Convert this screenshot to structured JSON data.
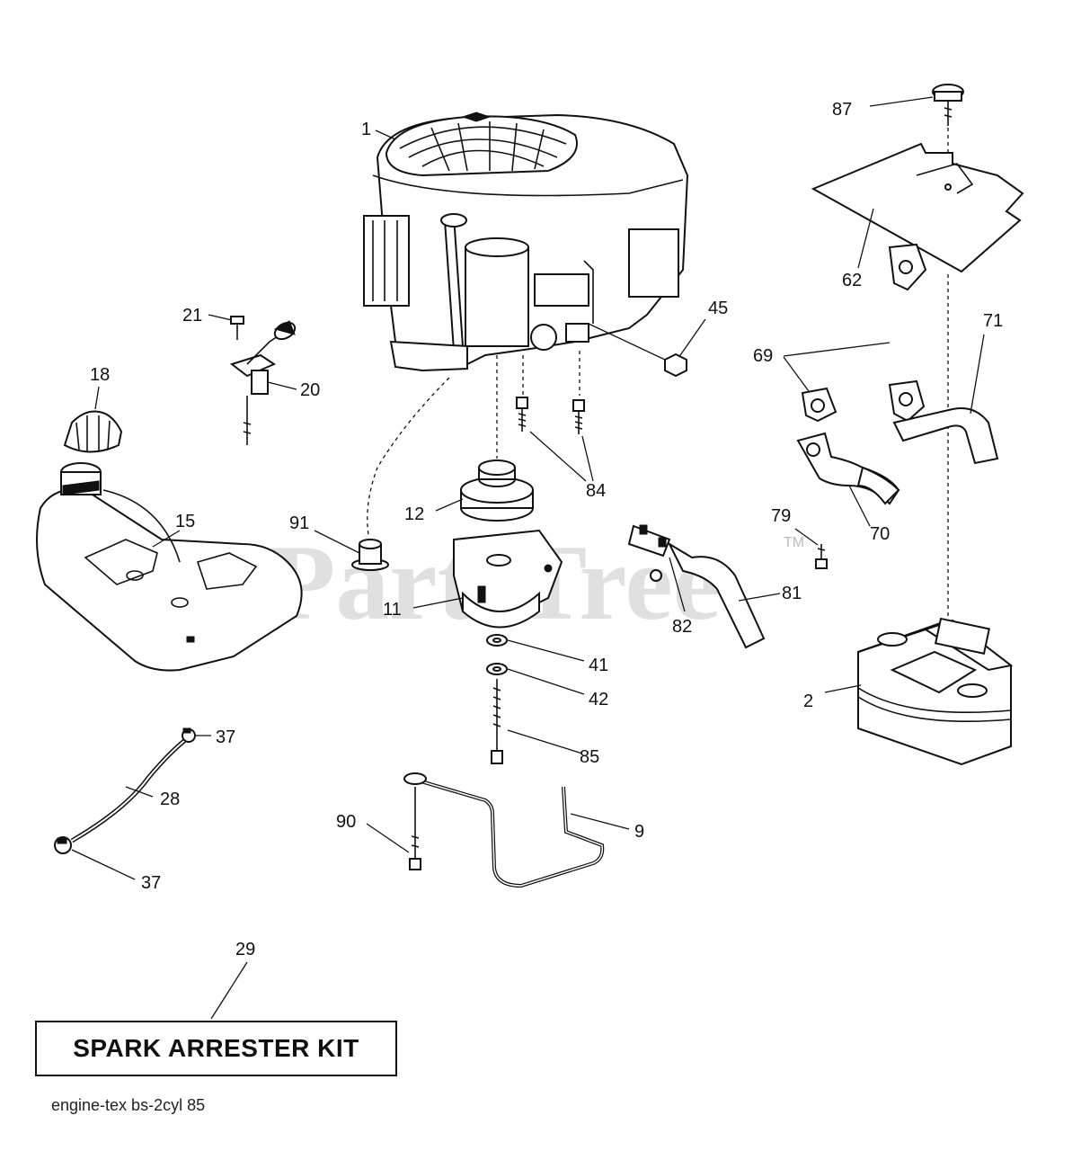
{
  "diagram": {
    "callouts": {
      "p1": "1",
      "p2": "2",
      "p9": "9",
      "p11": "11",
      "p12": "12",
      "p15": "15",
      "p18": "18",
      "p20": "20",
      "p21": "21",
      "p28": "28",
      "p29": "29",
      "p37a": "37",
      "p37b": "37",
      "p41": "41",
      "p42": "42",
      "p45": "45",
      "p62": "62",
      "p69": "69",
      "p70": "70",
      "p71": "71",
      "p79": "79",
      "p81": "81",
      "p82": "82",
      "p84": "84",
      "p85": "85",
      "p87": "87",
      "p90": "90",
      "p91": "91"
    },
    "watermark": "PartsTree",
    "trademark": "TM",
    "kit_label": "SPARK ARRESTER KIT",
    "footer": "engine-tex  bs-2cyl  85"
  }
}
